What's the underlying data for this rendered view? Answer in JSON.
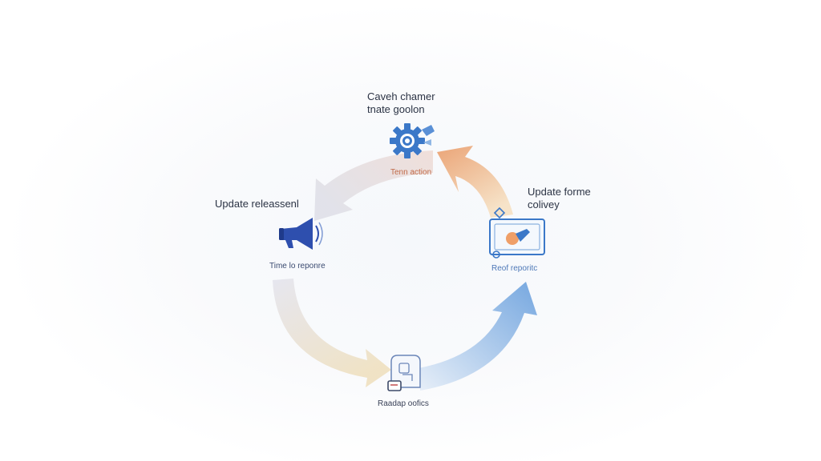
{
  "diagram": {
    "nodes": {
      "top": {
        "title_line1": "Caveh chamer",
        "title_line2": "tnate goolon",
        "caption": "Tenn action",
        "icon": "gear-icon"
      },
      "right": {
        "title_line1": "Update  forme",
        "title_line2": "colivey",
        "caption": "Reof reporitc",
        "icon": "monitor-wrench-icon"
      },
      "left": {
        "title": "Update releassenl",
        "caption": "Time lo reponre",
        "icon": "megaphone-icon"
      },
      "bottom": {
        "caption": "Raadap oofics",
        "icon": "document-icon"
      }
    },
    "colors": {
      "top_arc": "#e9e4e8",
      "right_arc_orange": "#eea46e",
      "right_arc_light": "#f3d3b0",
      "bottom_arc_blue": "#7eaee2",
      "left_arc_beige": "#ece0c4",
      "icon_blue": "#3b78c8",
      "megaphone_blue": "#2e4fae"
    }
  }
}
